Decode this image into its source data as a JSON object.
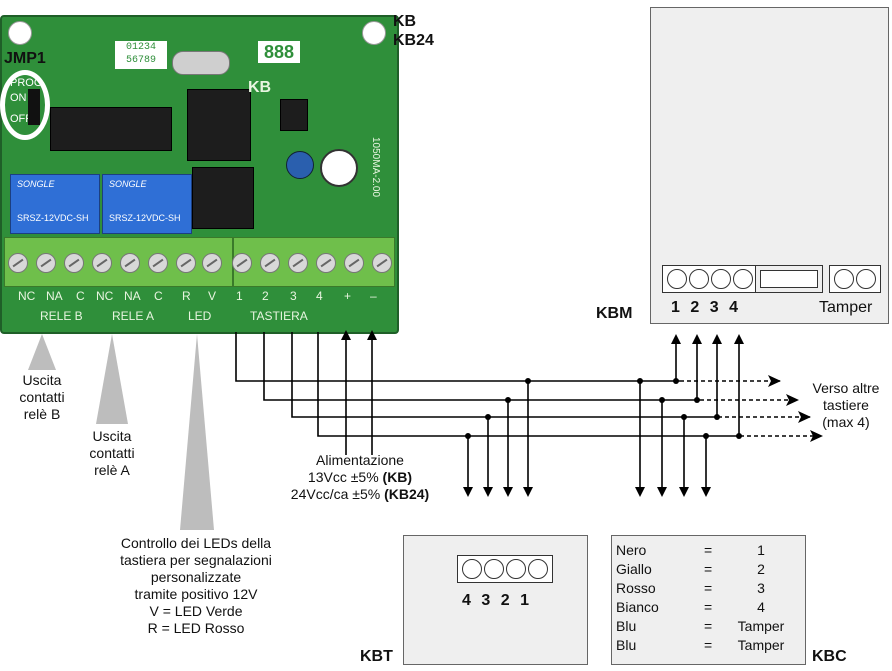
{
  "board": {
    "model_label": "KB",
    "model_label_2": "KB24",
    "jumper_label": "JMP1",
    "jumper_prog": "PROG",
    "jumper_on": "ON",
    "jumper_off": "OFF",
    "display": "888",
    "dip_top": "01234",
    "dip_bottom": "56789",
    "chip_label": "KB",
    "relay_brand": "SONGLE",
    "relay_model": "SRSZ-12VDC-SH",
    "version": "1050MA-2.00",
    "terminals": [
      "NC",
      "NA",
      "C",
      "NC",
      "NA",
      "C",
      "R",
      "V",
      "1",
      "2",
      "3",
      "4",
      "+",
      "–"
    ],
    "groups": {
      "rele_b": "RELE B",
      "rele_a": "RELE A",
      "led": "LED",
      "tastiera": "TASTIERA"
    }
  },
  "labels": {
    "uscita_b": [
      "Uscita",
      "contatti",
      "relè B"
    ],
    "uscita_a": [
      "Uscita",
      "contatti",
      "relè A"
    ],
    "led_control": [
      "Controllo dei LEDs della",
      "tastiera per segnalazioni",
      "personalizzate",
      "tramite positivo 12V",
      "V = LED Verde",
      "R = LED Rosso"
    ],
    "power_title": "Alimentazione",
    "power_kb_value": "13Vcc ±5% ",
    "power_kb_model": "(KB)",
    "power_kb24_value": "24Vcc/ca ±5% ",
    "power_kb24_model": "(KB24)",
    "verso": [
      "Verso altre",
      "tastiere",
      "(max 4)"
    ]
  },
  "kbm": {
    "label": "KBM",
    "terminal_numbers": [
      "1",
      "2",
      "3",
      "4"
    ],
    "tamper": "Tamper"
  },
  "kbt": {
    "label": "KBT",
    "terminal_numbers": [
      "4",
      "3",
      "2",
      "1"
    ]
  },
  "kbc": {
    "label": "KBC",
    "rows": [
      {
        "color": "Nero",
        "eq": "=",
        "value": "1"
      },
      {
        "color": "Giallo",
        "eq": "=",
        "value": "2"
      },
      {
        "color": "Rosso",
        "eq": "=",
        "value": "3"
      },
      {
        "color": "Bianco",
        "eq": "=",
        "value": "4"
      },
      {
        "color": "Blu",
        "eq": "=",
        "value": "Tamper"
      },
      {
        "color": "Blu",
        "eq": "=",
        "value": "Tamper"
      }
    ]
  }
}
